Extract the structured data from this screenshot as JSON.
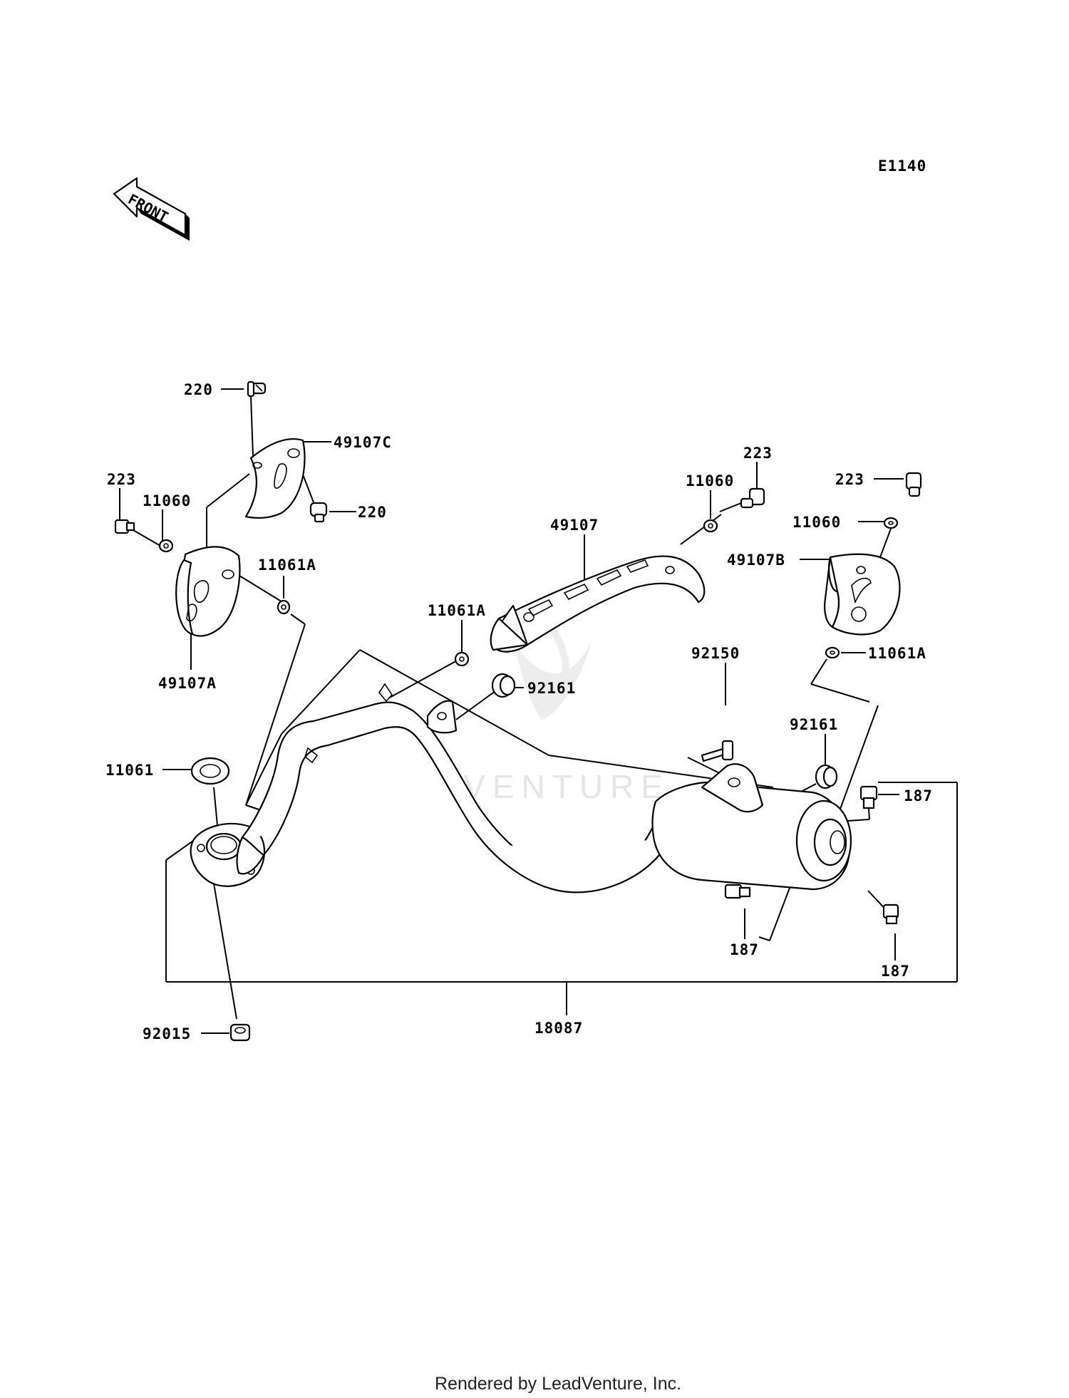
{
  "diagram": {
    "code": "E1140",
    "front_label": "FRONT",
    "watermark": "LEADVENTURE",
    "footer": "Rendered by LeadVenture, Inc.",
    "callouts": [
      "220",
      "49107C",
      "220",
      "223",
      "11060",
      "11061A",
      "49107A",
      "11060",
      "223",
      "49107",
      "11061A",
      "223",
      "11060",
      "49107B",
      "11061A",
      "92150",
      "92161",
      "92161",
      "11061",
      "187",
      "187",
      "187",
      "92015",
      "18087"
    ]
  }
}
